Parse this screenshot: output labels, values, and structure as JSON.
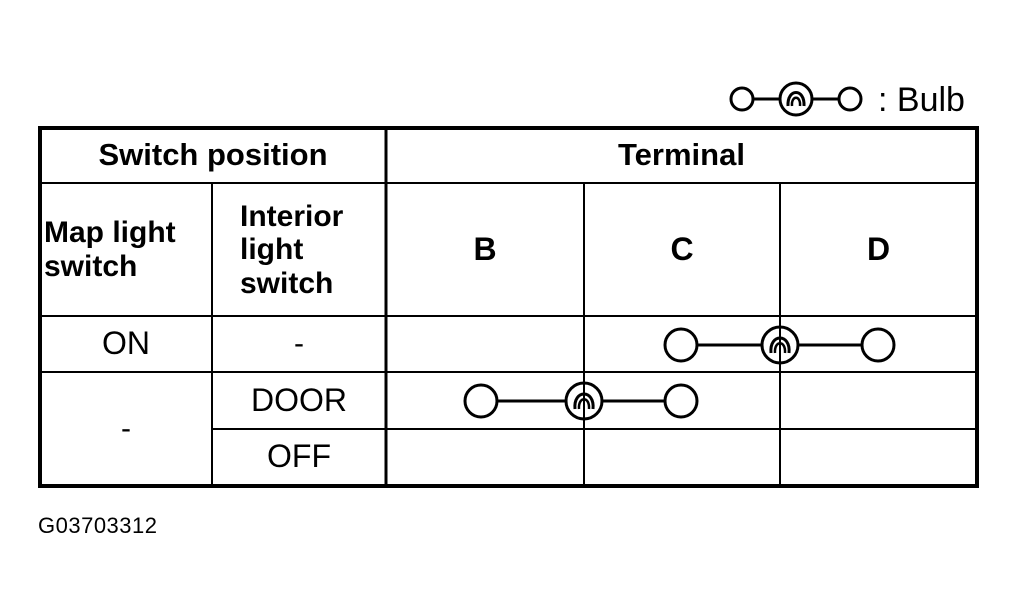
{
  "legend": {
    "label": ": Bulb",
    "symbol_icon": "bulb-symbol-icon"
  },
  "table": {
    "header": {
      "switch_position": "Switch position",
      "terminal": "Terminal"
    },
    "subheader": {
      "map_light_switch": "Map light\nswitch",
      "interior_light_switch": "Interior\nlight\nswitch",
      "terminals": [
        "B",
        "C",
        "D"
      ]
    },
    "rows": [
      {
        "map_light_switch": "ON",
        "interior_light_switch": "-",
        "bulb_connection": [
          "C",
          "D"
        ]
      },
      {
        "map_light_switch": "-",
        "interior_light_switch": "DOOR",
        "bulb_connection": [
          "B",
          "C"
        ]
      },
      {
        "map_light_switch": "",
        "interior_light_switch": "OFF",
        "bulb_connection": []
      }
    ]
  },
  "figure_id": "G03703312",
  "colors": {
    "line": "#000000",
    "background": "#ffffff"
  }
}
